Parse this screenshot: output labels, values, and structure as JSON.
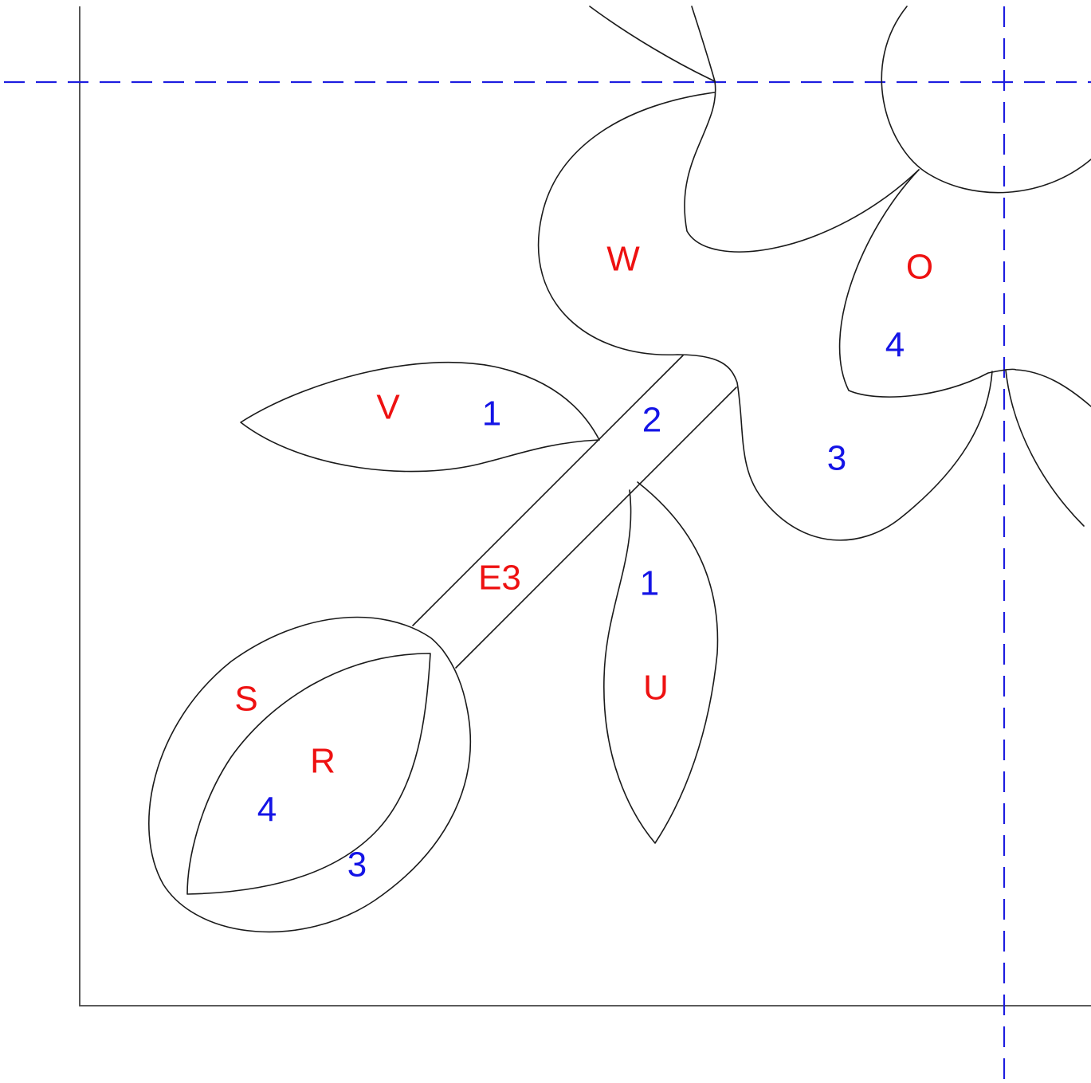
{
  "colors": {
    "background": "#ffffff",
    "outline": "#1a1a1a",
    "frame": "#444444",
    "guide": "#1d1de0",
    "piece_label": "#ee1111",
    "order_label": "#1414e6"
  },
  "pieces": {
    "W": "W",
    "O": "O",
    "V": "V",
    "E3": "E3",
    "U": "U",
    "S": "S",
    "R": "R"
  },
  "order": {
    "v_leaf": "1",
    "stem": "2",
    "w_flower": "3",
    "o_petal": "4",
    "u_leaf": "1",
    "r_leaf": "4",
    "s_bud": "3"
  }
}
